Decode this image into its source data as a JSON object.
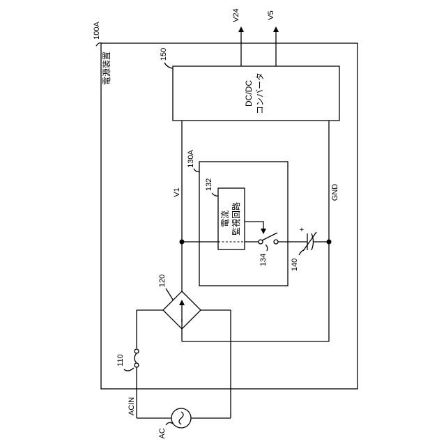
{
  "device": {
    "ref": "100A",
    "name": "電源装置"
  },
  "converter": {
    "ref": "150",
    "line1": "DC/DC",
    "line2": "コンバータ"
  },
  "outputs": {
    "v24": "V24",
    "v5": "V5"
  },
  "module": {
    "ref": "130A"
  },
  "monitor": {
    "ref": "132",
    "line1": "電流",
    "line2": "監視回路"
  },
  "switch": {
    "ref": "134"
  },
  "capacitor": {
    "ref": "140",
    "polarity": "+"
  },
  "rectifier": {
    "ref": "120"
  },
  "fuse": {
    "ref": "110"
  },
  "source": {
    "ref": "AC",
    "input": "ACIN"
  },
  "nets": {
    "v1": "V1",
    "gnd": "GND"
  }
}
